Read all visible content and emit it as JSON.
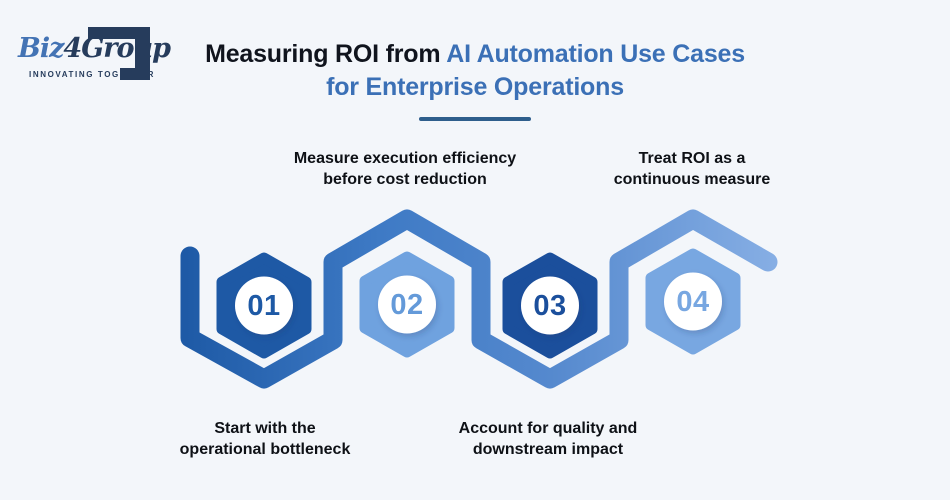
{
  "logo": {
    "brand_prefix": "Biz",
    "brand_mid": "4",
    "brand_suffix": "Group",
    "tagline": "INNOVATING TOGETHER",
    "colors": {
      "prefix_blue": "#4373B4",
      "navy": "#263C5C",
      "frame": "#263C5C"
    }
  },
  "header": {
    "title_dark": "Measuring ROI from",
    "title_blue_line1": "AI Automation Use Cases",
    "title_line2": "for Enterprise Operations",
    "colors": {
      "dark": "#10141D",
      "blue": "#3B70B6",
      "underline": "#2E5E8C"
    }
  },
  "diagram": {
    "background": "#F3F6FA",
    "chain_gradient_start": "#1E5AA6",
    "chain_gradient_mid1": "#3E7AC5",
    "chain_gradient_mid2": "#5589CE",
    "chain_gradient_end": "#86AEE4",
    "circle_fill": "#FFFFFF"
  },
  "steps": [
    {
      "number": "01",
      "label_line1": "Start with the",
      "label_line2": "operational bottleneck",
      "label_position": "below",
      "hex_color": "#1E59A5",
      "number_color": "#1E59A5"
    },
    {
      "number": "02",
      "label_line1": "Measure execution efficiency",
      "label_line2": "before cost reduction",
      "label_position": "above",
      "hex_color": "#6FA2DF",
      "number_color": "#649AD9"
    },
    {
      "number": "03",
      "label_line1": "Account for quality and",
      "label_line2": "downstream impact",
      "label_position": "below",
      "hex_color": "#1B4F9C",
      "number_color": "#1B4F9C"
    },
    {
      "number": "04",
      "label_line1": "Treat ROI as a",
      "label_line2": "continuous measure",
      "label_position": "above",
      "hex_color": "#78A7E1",
      "number_color": "#78A7E1"
    }
  ]
}
